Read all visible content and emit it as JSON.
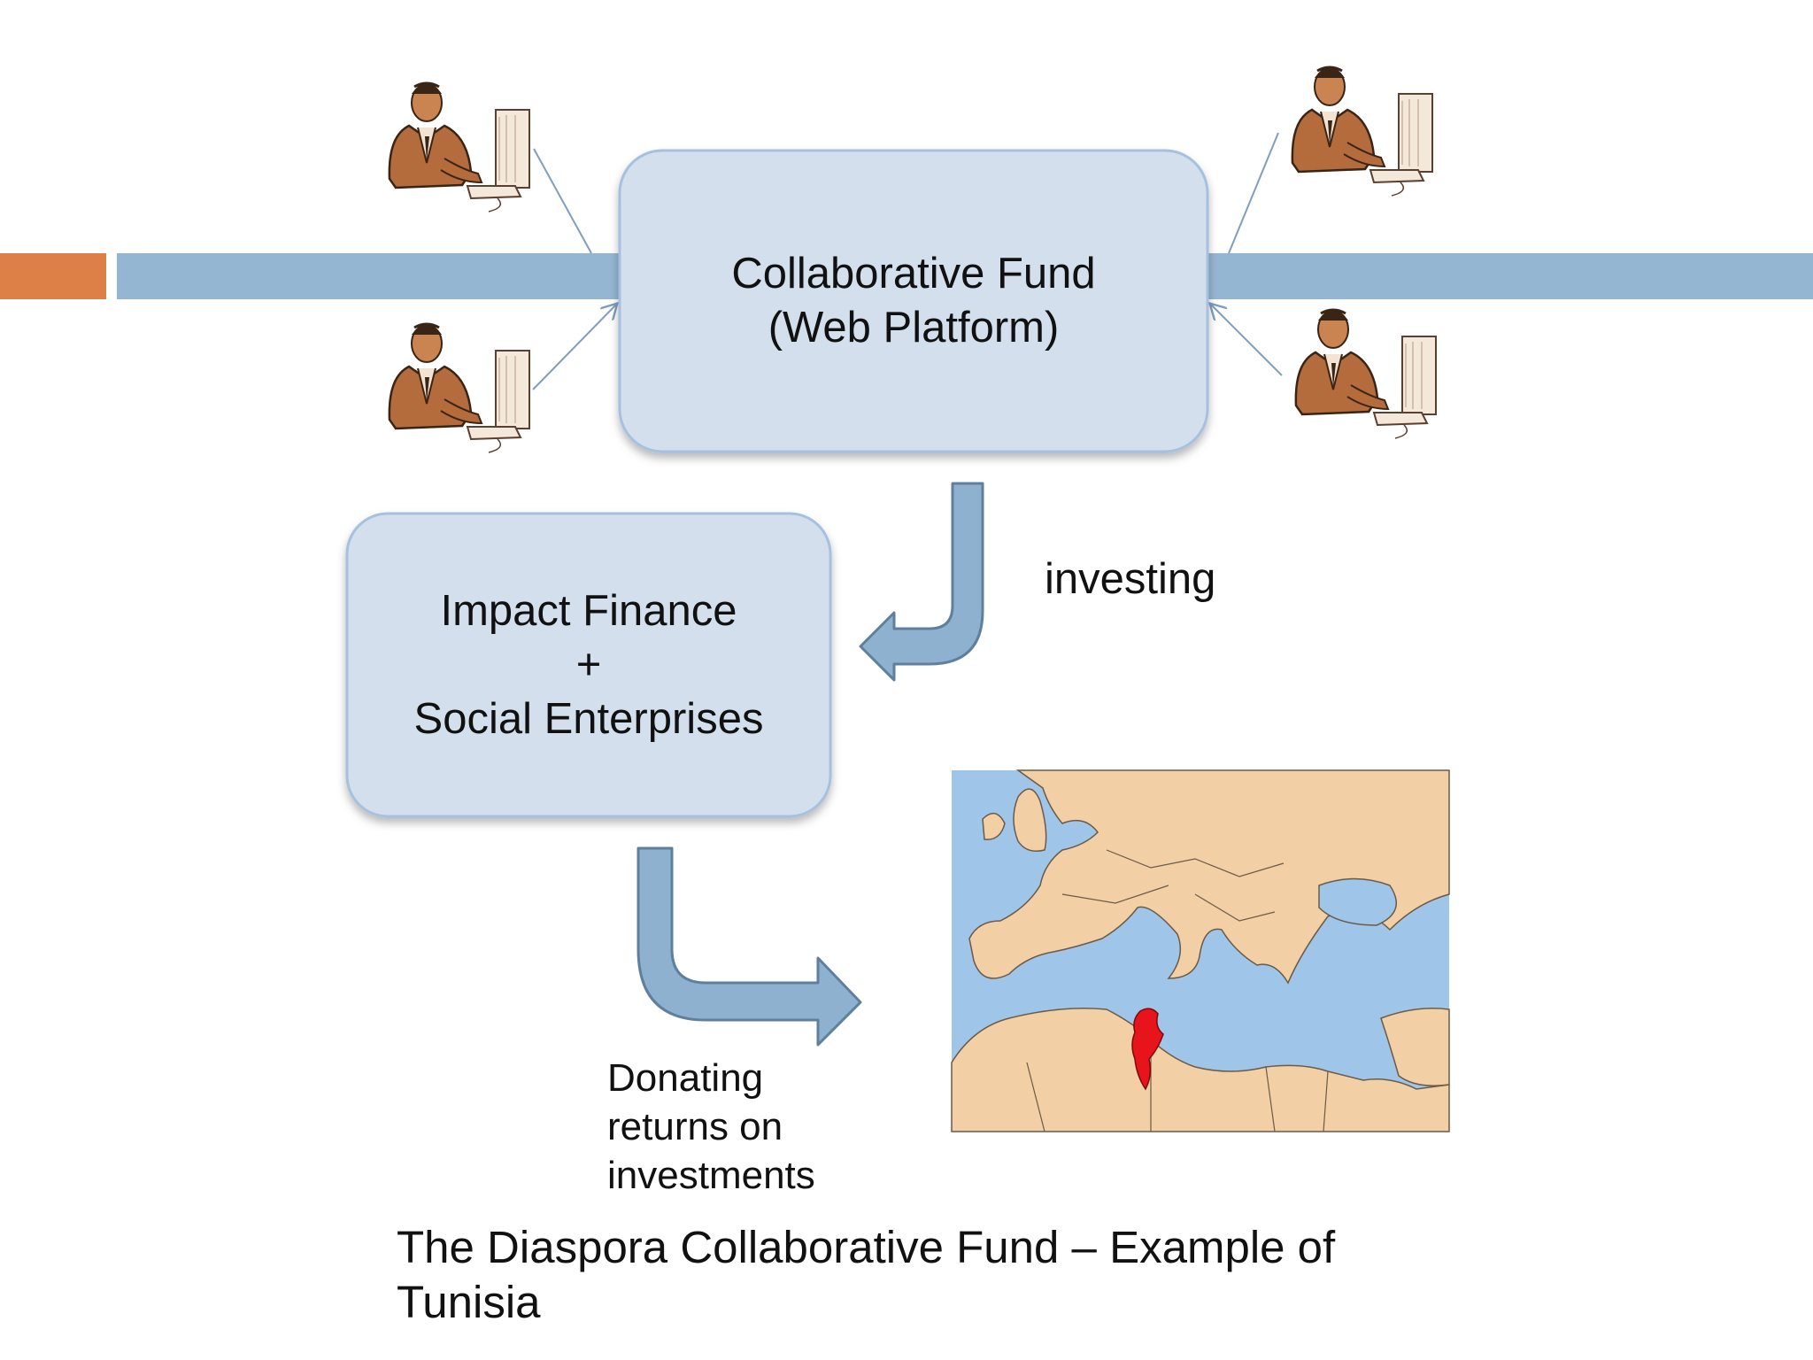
{
  "diagram": {
    "platform_box": {
      "line1": "Collaborative Fund",
      "line2": "(Web Platform)"
    },
    "impact_box": {
      "line1": "Impact Finance",
      "line2": "+",
      "line3": "Social Enterprises"
    },
    "investing_label": "investing",
    "donating_label": {
      "line1": "Donating",
      "line2": "returns on",
      "line3": "investments"
    },
    "caption": {
      "line1": "The Diaspora Collaborative Fund – Example of",
      "line2": "Tunisia"
    }
  },
  "colors": {
    "accent_orange": "#DD8047",
    "band_blue": "#94B6D2",
    "box_fill": "#D3DFEC",
    "box_stroke": "#A7C0DE",
    "arrow_fill": "#8FB1D0",
    "arrow_stroke": "#5F7F9E",
    "map_sea": "#9FC5E8",
    "map_land": "#F2CFA4",
    "highlight_country": "#E8141B"
  },
  "icons": {
    "user": "person-at-computer-icon",
    "map": "mediterranean-map-icon"
  }
}
